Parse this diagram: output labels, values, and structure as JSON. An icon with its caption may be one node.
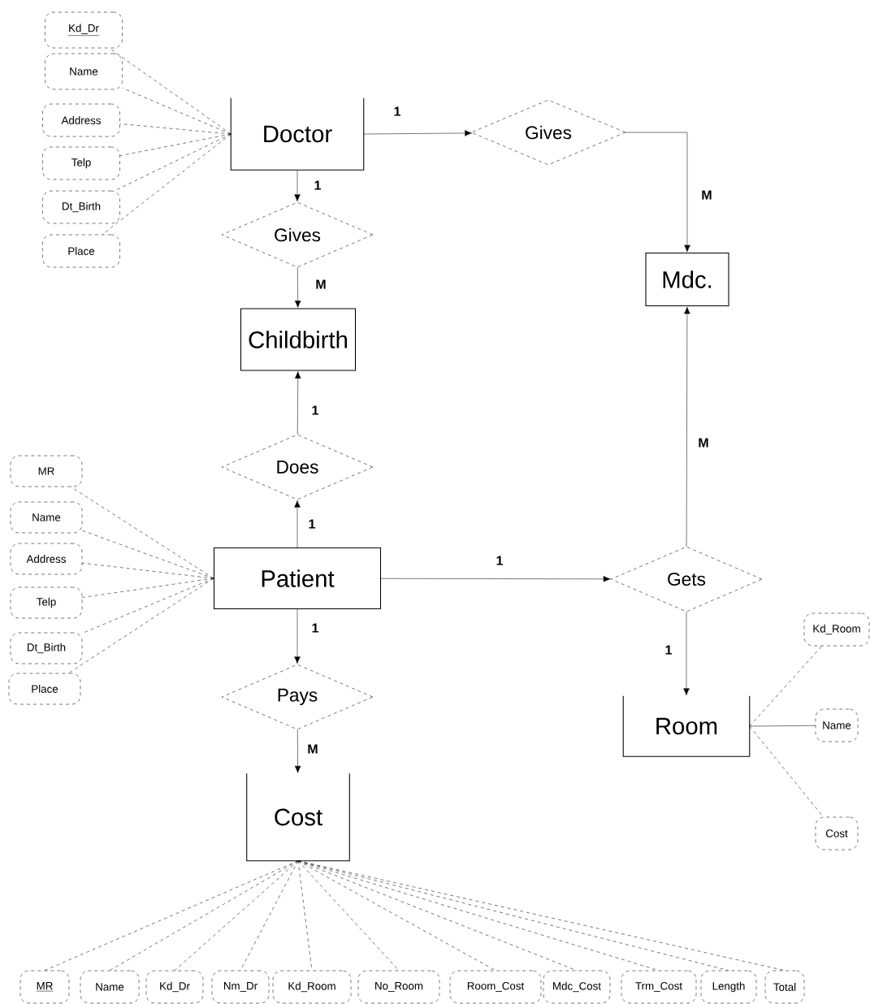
{
  "diagram": {
    "nodes": [
      {
        "text": [
          "Doctor"
        ]
      },
      {
        "text": [
          "Kd_Dr"
        ]
      },
      {
        "text": [
          "Name"
        ]
      },
      {
        "text": [
          "Address"
        ]
      },
      {
        "text": [
          "Telp"
        ]
      },
      {
        "text": [
          "Dt_Birth"
        ]
      },
      {
        "text": [
          "Place"
        ]
      },
      {
        "text": [
          "Gives"
        ]
      },
      {
        "text": [
          "Gives"
        ]
      },
      {
        "text": [
          "Mdc."
        ]
      },
      {
        "text": [
          "Childbirth"
        ]
      },
      {
        "text": [
          "Does"
        ]
      },
      {
        "text": [
          "MR"
        ]
      },
      {
        "text": [
          "Name"
        ]
      },
      {
        "text": [
          "Address"
        ]
      },
      {
        "text": [
          "Telp"
        ]
      },
      {
        "text": [
          "Dt_Birth"
        ]
      },
      {
        "text": [
          "Place"
        ]
      },
      {
        "text": [
          "Patient"
        ]
      },
      {
        "text": [
          "Gets"
        ]
      },
      {
        "text": [
          "Kd_Room"
        ]
      },
      {
        "text": [
          "Room"
        ]
      },
      {
        "text": [
          "Name"
        ]
      },
      {
        "text": [
          "Pays"
        ]
      },
      {
        "text": [
          "Cost"
        ]
      },
      {
        "text": [
          "Cost"
        ]
      },
      {
        "text": [
          "MR"
        ]
      },
      {
        "text": [
          "Name"
        ]
      },
      {
        "text": [
          "Kd_Dr"
        ]
      },
      {
        "text": [
          "Nm_Dr"
        ]
      },
      {
        "text": [
          "Kd_Room"
        ]
      },
      {
        "text": [
          "No_Room"
        ]
      },
      {
        "text": [
          "Room_Cost"
        ]
      },
      {
        "text": [
          "Mdc_Cost"
        ]
      },
      {
        "text": [
          "Trm_Cost"
        ]
      },
      {
        "text": [
          "Length"
        ]
      },
      {
        "text": [
          "Total"
        ]
      }
    ],
    "edges": [
      {
        "from": 0,
        "to": 7,
        "arrow": "to",
        "label": "1"
      },
      {
        "from": 7,
        "to": 9,
        "arrow": "to",
        "label": "M"
      },
      {
        "from": 0,
        "to": 8,
        "arrow": "to",
        "label": "1"
      },
      {
        "from": 8,
        "to": 10,
        "arrow": "to",
        "label": "M"
      },
      {
        "from": 11,
        "to": 10,
        "arrow": "to",
        "label": "1"
      },
      {
        "from": 18,
        "to": 11,
        "arrow": "to",
        "label": "1"
      },
      {
        "from": 18,
        "to": 19,
        "arrow": "to",
        "label": "1"
      },
      {
        "from": 19,
        "to": 9,
        "arrow": "to",
        "label": "M"
      },
      {
        "from": 19,
        "to": 21,
        "arrow": "to",
        "label": "1"
      },
      {
        "from": 18,
        "to": 23,
        "arrow": "to",
        "label": "1"
      },
      {
        "from": 23,
        "to": 24,
        "arrow": "to",
        "label": "M"
      },
      {
        "from": 0,
        "to": 1,
        "arrow": "none",
        "style": "dashed"
      },
      {
        "from": 0,
        "to": 2,
        "arrow": "none",
        "style": "dashed"
      },
      {
        "from": 0,
        "to": 3,
        "arrow": "none",
        "style": "dashed"
      },
      {
        "from": 0,
        "to": 4,
        "arrow": "none",
        "style": "dashed"
      },
      {
        "from": 0,
        "to": 5,
        "arrow": "none",
        "style": "dashed"
      },
      {
        "from": 0,
        "to": 6,
        "arrow": "none",
        "style": "dashed"
      },
      {
        "from": 18,
        "to": 12,
        "arrow": "none",
        "style": "dashed"
      },
      {
        "from": 18,
        "to": 13,
        "arrow": "none",
        "style": "dashed"
      },
      {
        "from": 18,
        "to": 14,
        "arrow": "none",
        "style": "dashed"
      },
      {
        "from": 18,
        "to": 15,
        "arrow": "none",
        "style": "dashed"
      },
      {
        "from": 18,
        "to": 16,
        "arrow": "none",
        "style": "dashed"
      },
      {
        "from": 18,
        "to": 17,
        "arrow": "none",
        "style": "dashed"
      },
      {
        "from": 21,
        "to": 20,
        "arrow": "none",
        "style": "dashed"
      },
      {
        "from": 21,
        "to": 22,
        "arrow": "none"
      },
      {
        "from": 21,
        "to": 25,
        "arrow": "none",
        "style": "dashed"
      },
      {
        "from": 24,
        "to": 26,
        "arrow": "none",
        "style": "dashed"
      },
      {
        "from": 24,
        "to": 27,
        "arrow": "none",
        "style": "dashed"
      },
      {
        "from": 24,
        "to": 28,
        "arrow": "none",
        "style": "dashed"
      },
      {
        "from": 24,
        "to": 29,
        "arrow": "none",
        "style": "dashed"
      },
      {
        "from": 24,
        "to": 30,
        "arrow": "none",
        "style": "dashed"
      },
      {
        "from": 24,
        "to": 31,
        "arrow": "none",
        "style": "dashed"
      },
      {
        "from": 24,
        "to": 32,
        "arrow": "none",
        "style": "dashed"
      },
      {
        "from": 24,
        "to": 33,
        "arrow": "none",
        "style": "dashed"
      },
      {
        "from": 24,
        "to": 34,
        "arrow": "none",
        "style": "dashed"
      },
      {
        "from": 24,
        "to": 35,
        "arrow": "none",
        "style": "dashed"
      },
      {
        "from": 24,
        "to": 36,
        "arrow": "none",
        "style": "dashed"
      }
    ]
  }
}
